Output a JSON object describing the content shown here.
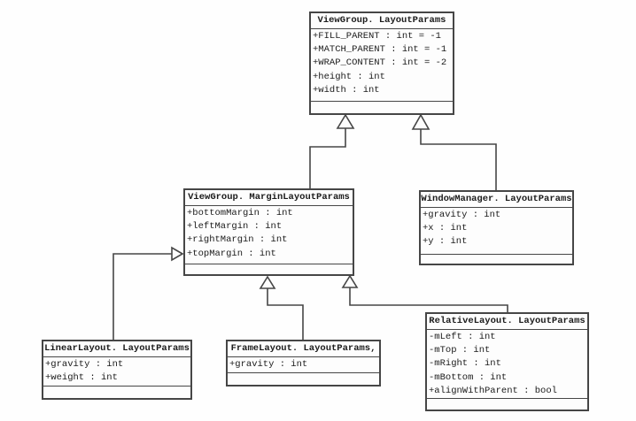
{
  "diagram": {
    "type": "uml-class-diagram",
    "colors": {
      "background": "#fefefe",
      "box_fill": "#fdfdfd",
      "box_border": "#464646",
      "text": "#1b1b1b",
      "connector": "#464646"
    },
    "classes": [
      {
        "name": "ViewGroup. LayoutParams",
        "attributes": [
          "+FILL_PARENT : int = -1",
          "+MATCH_PARENT : int = -1",
          "+WRAP_CONTENT : int = -2",
          "+height : int",
          "+width : int"
        ],
        "methods": []
      },
      {
        "name": "ViewGroup. MarginLayoutParams",
        "attributes": [
          "+bottomMargin : int",
          "+leftMargin : int",
          "+rightMargin : int",
          "+topMargin : int"
        ],
        "methods": []
      },
      {
        "name": "WindowManager. LayoutParams",
        "attributes": [
          "+gravity : int",
          "+x : int",
          "+y : int"
        ],
        "methods": []
      },
      {
        "name": "LinearLayout. LayoutParams",
        "attributes": [
          "+gravity : int",
          "+weight : int"
        ],
        "methods": []
      },
      {
        "name": "FrameLayout. LayoutParams,",
        "attributes": [
          "+gravity : int"
        ],
        "methods": []
      },
      {
        "name": "RelativeLayout. LayoutParams",
        "attributes": [
          "-mLeft : int",
          "-mTop : int",
          "-mRight : int",
          "-mBottom : int",
          "+alignWithParent : bool"
        ],
        "methods": []
      }
    ],
    "relationships": [
      {
        "type": "generalization",
        "from": "ViewGroup.MarginLayoutParams",
        "to": "ViewGroup.LayoutParams"
      },
      {
        "type": "generalization",
        "from": "WindowManager.LayoutParams",
        "to": "ViewGroup.LayoutParams"
      },
      {
        "type": "generalization",
        "from": "LinearLayout.LayoutParams",
        "to": "ViewGroup.MarginLayoutParams"
      },
      {
        "type": "generalization",
        "from": "FrameLayout.LayoutParams",
        "to": "ViewGroup.MarginLayoutParams"
      },
      {
        "type": "generalization",
        "from": "RelativeLayout.LayoutParams",
        "to": "ViewGroup.MarginLayoutParams"
      }
    ]
  }
}
